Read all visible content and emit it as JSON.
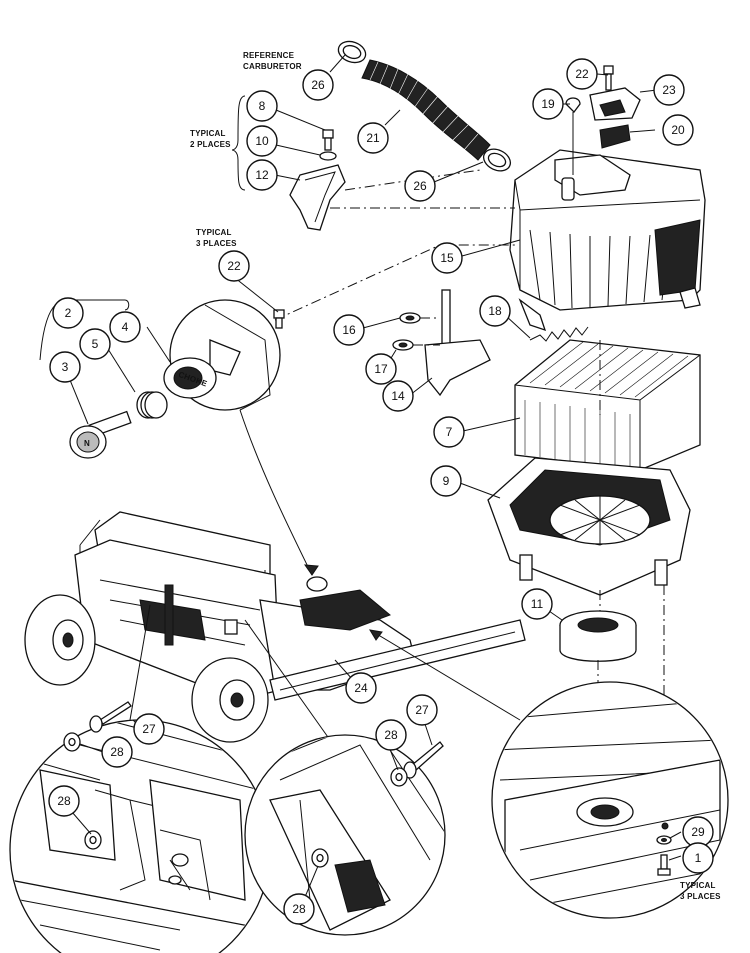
{
  "diagram": {
    "notes": {
      "reference_carburetor": [
        "REFERENCE",
        "CARBURETOR"
      ],
      "typical_2_places": [
        "TYPICAL",
        "2 PLACES"
      ],
      "typical_3_places_a": [
        "TYPICAL",
        "3 PLACES"
      ],
      "typical_3_places_b": [
        "TYPICAL",
        "3 PLACES"
      ]
    },
    "choke_label": "CHOKE",
    "knob_label": "N",
    "callouts": [
      {
        "id": "c26a",
        "text": "26"
      },
      {
        "id": "c22a",
        "text": "22"
      },
      {
        "id": "c23",
        "text": "23"
      },
      {
        "id": "c19",
        "text": "19"
      },
      {
        "id": "c20",
        "text": "20"
      },
      {
        "id": "c8",
        "text": "8"
      },
      {
        "id": "c21",
        "text": "21"
      },
      {
        "id": "c10",
        "text": "10"
      },
      {
        "id": "c12",
        "text": "12"
      },
      {
        "id": "c26b",
        "text": "26"
      },
      {
        "id": "c22b",
        "text": "22"
      },
      {
        "id": "c15",
        "text": "15"
      },
      {
        "id": "c2",
        "text": "2"
      },
      {
        "id": "c4",
        "text": "4"
      },
      {
        "id": "c5",
        "text": "5"
      },
      {
        "id": "c3",
        "text": "3"
      },
      {
        "id": "c16",
        "text": "16"
      },
      {
        "id": "c18",
        "text": "18"
      },
      {
        "id": "c17",
        "text": "17"
      },
      {
        "id": "c14",
        "text": "14"
      },
      {
        "id": "c7",
        "text": "7"
      },
      {
        "id": "c9",
        "text": "9"
      },
      {
        "id": "c11",
        "text": "11"
      },
      {
        "id": "c24",
        "text": "24"
      },
      {
        "id": "c27a",
        "text": "27"
      },
      {
        "id": "c28a",
        "text": "28"
      },
      {
        "id": "c28b",
        "text": "28"
      },
      {
        "id": "c27b",
        "text": "27"
      },
      {
        "id": "c28c",
        "text": "28"
      },
      {
        "id": "c28d",
        "text": "28"
      },
      {
        "id": "c29",
        "text": "29"
      },
      {
        "id": "c1",
        "text": "1"
      }
    ]
  }
}
